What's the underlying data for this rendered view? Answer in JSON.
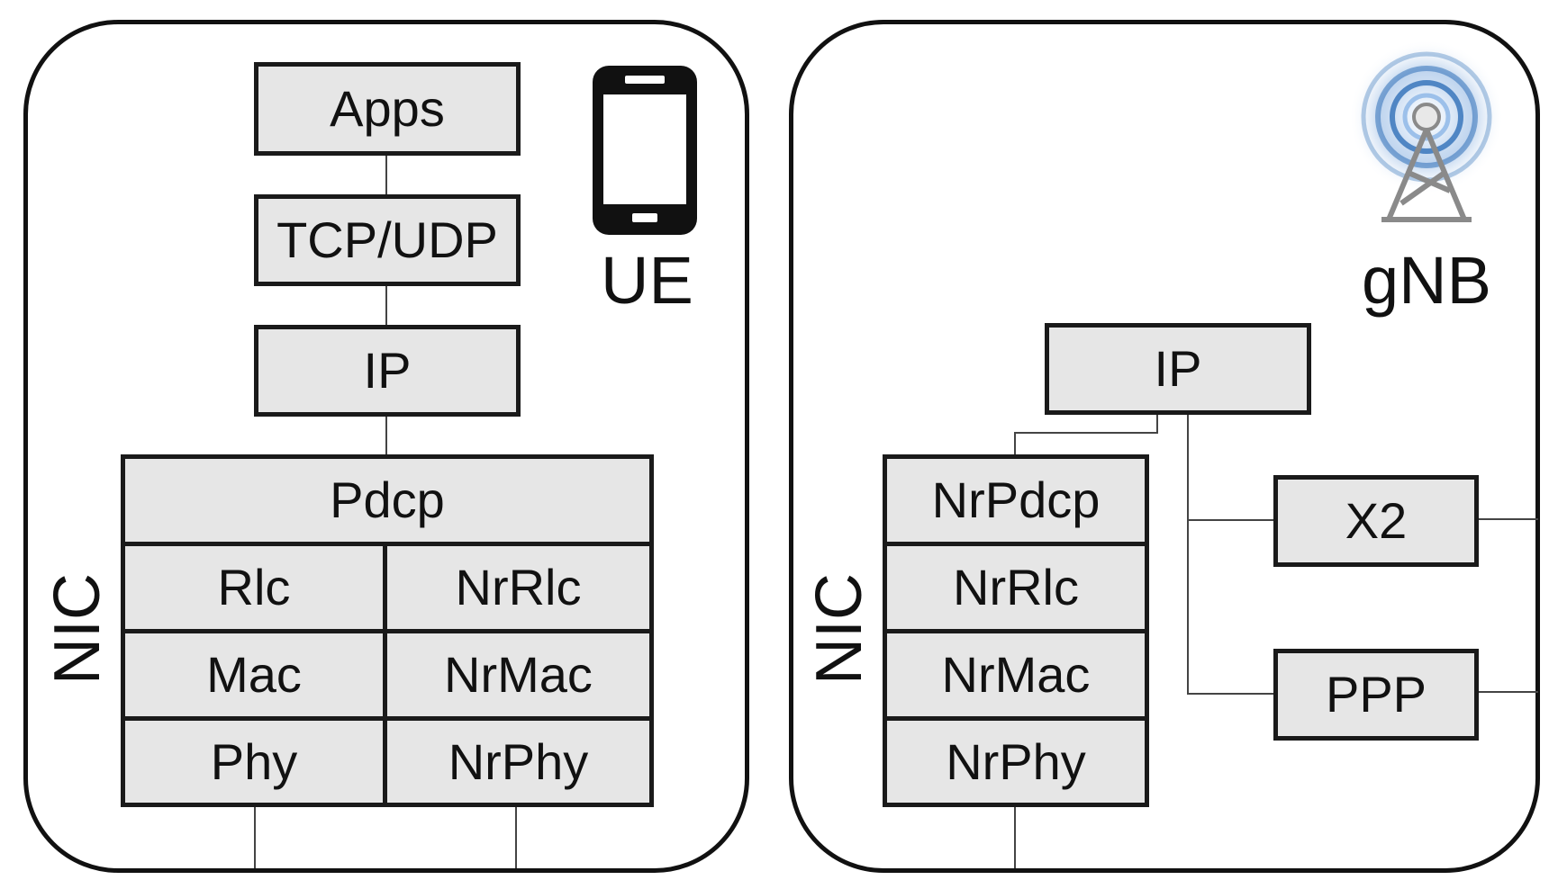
{
  "ue": {
    "title": "UE",
    "nic_label": "NIC",
    "stack": {
      "apps": "Apps",
      "transport": "TCP/UDP",
      "ip": "IP",
      "pdcp": "Pdcp"
    },
    "lte": {
      "rlc": "Rlc",
      "mac": "Mac",
      "phy": "Phy"
    },
    "nr": {
      "rlc": "NrRlc",
      "mac": "NrMac",
      "phy": "NrPhy"
    },
    "icon": "smartphone-icon"
  },
  "gnb": {
    "title": "gNB",
    "nic_label": "NIC",
    "ip": "IP",
    "nr": {
      "pdcp": "NrPdcp",
      "rlc": "NrRlc",
      "mac": "NrMac",
      "phy": "NrPhy"
    },
    "x2": "X2",
    "ppp": "PPP",
    "icon": "antenna-tower-icon"
  },
  "colors": {
    "box_fill": "#e6e6e6",
    "border": "#1a1a1a",
    "signal": "#2f6fb8"
  }
}
